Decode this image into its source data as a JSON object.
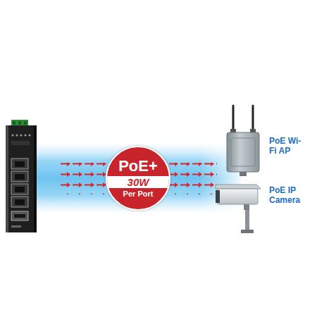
{
  "diagram": {
    "nodes": [
      {
        "text": [
          "PoE+",
          "30W",
          "Per Port"
        ]
      }
    ],
    "labels": [
      "PoE Wi-Fi AP",
      "PoE IP Camera"
    ]
  }
}
